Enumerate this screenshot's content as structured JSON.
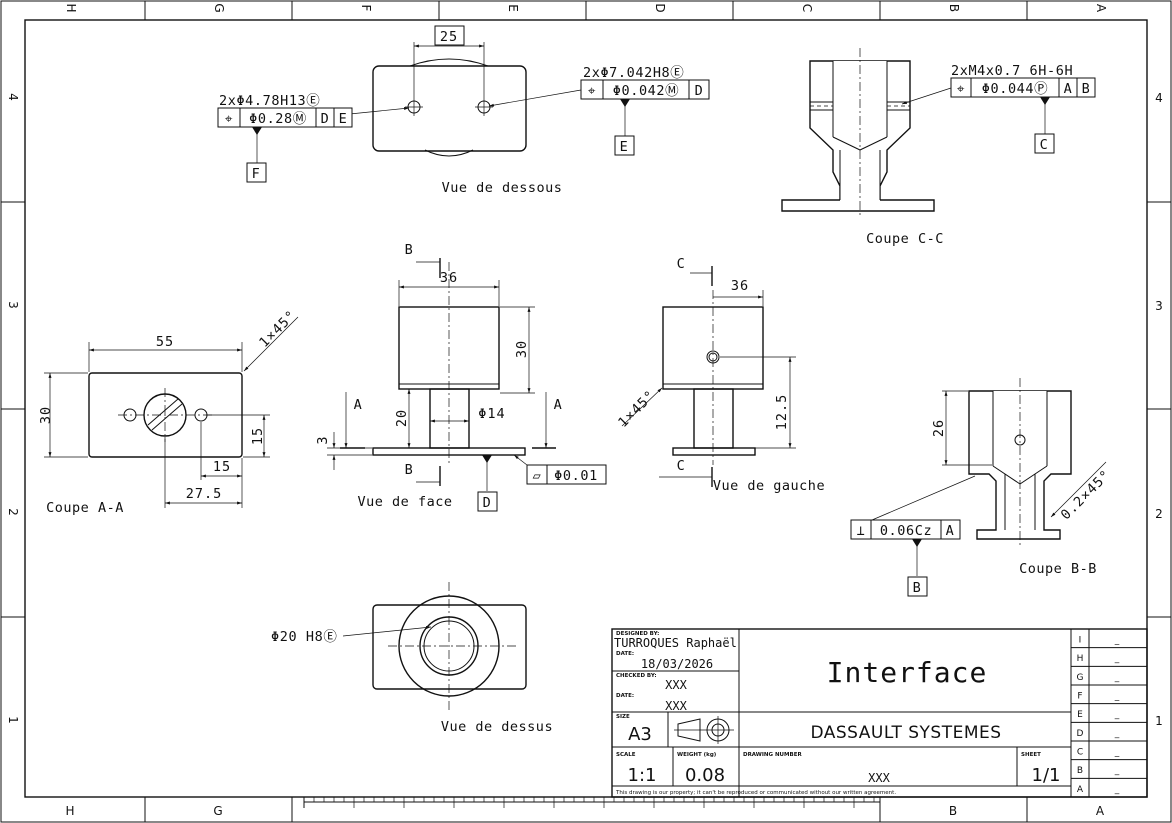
{
  "border_zones": {
    "columns": [
      "H",
      "G",
      "F",
      "E",
      "D",
      "C",
      "B",
      "A"
    ],
    "rows": [
      "4",
      "3",
      "2",
      "1"
    ]
  },
  "views": {
    "vue_de_dessous": {
      "label": "Vue de dessous",
      "dim_spacing": "25",
      "fcf_left": {
        "callout": "2xΦ4.78H13Ⓔ",
        "symbol": "⌖",
        "tolerance": "Φ0.28Ⓜ",
        "datums": [
          "D",
          "E"
        ],
        "datum_label": "F"
      },
      "fcf_right": {
        "callout": "2xΦ7.042H8Ⓔ",
        "symbol": "⌖",
        "tolerance": "Φ0.042Ⓜ",
        "datums": [
          "D"
        ],
        "datum_label": "E"
      }
    },
    "coupe_c_c": {
      "label": "Coupe C-C",
      "fcf": {
        "callout": "2xM4x0.7 6H-6H",
        "symbol": "⌖",
        "tolerance": "Φ0.044Ⓟ",
        "datums": [
          "A",
          "B"
        ],
        "datum_label": "C"
      }
    },
    "coupe_a_a": {
      "label": "Coupe A-A",
      "dims": {
        "width": "55",
        "height": "30",
        "chamfer": "1×45°",
        "offset_y": "15",
        "offset_x": "15",
        "overall": "27.5"
      }
    },
    "vue_de_face": {
      "label": "Vue de face",
      "section_top": "B",
      "section_bottom": "B",
      "section_left": "A",
      "section_right": "A",
      "dims": {
        "width": "36",
        "height": "30",
        "stem": "20",
        "stem_dia": "Φ14",
        "flange": "3"
      },
      "fcf": {
        "symbol": "▱",
        "tolerance": "Φ0.01",
        "datum_label": "D"
      }
    },
    "vue_de_gauche": {
      "label": "Vue de gauche",
      "section_top": "C",
      "section_bottom": "C",
      "dims": {
        "half_width": "36",
        "hole_height": "12.5",
        "chamfer": "1×45°"
      }
    },
    "coupe_b_b": {
      "label": "Coupe B-B",
      "dims": {
        "height": "26",
        "chamfer": "0.2×45°"
      },
      "fcf": {
        "symbol": "⊥",
        "tolerance": "0.06Cz",
        "datums": [
          "A"
        ],
        "datum_label": "B"
      }
    },
    "vue_de_dessus": {
      "label": "Vue de dessus",
      "callout": "Φ20 H8Ⓔ"
    }
  },
  "title_block": {
    "designed_by_label": "DESIGNED BY:",
    "designer": "TURROQUES Raphaël",
    "date_label": "DATE:",
    "date": "18/03/2026",
    "checked_by_label": "CHECKED BY:",
    "checked_by": "XXX",
    "date2_label": "DATE:",
    "date2": "XXX",
    "size_label": "SIZE",
    "size": "A3",
    "title": "Interface",
    "company": "DASSAULT SYSTEMES",
    "scale_label": "SCALE",
    "scale": "1:1",
    "weight_label": "WEIGHT (kg)",
    "weight": "0.08",
    "drawing_number_label": "DRAWING NUMBER",
    "drawing_number": "XXX",
    "sheet_label": "SHEET",
    "sheet": "1/1",
    "disclaimer": "This drawing is our property; it can't be reproduced or communicated without our written agreement.",
    "revisions": [
      {
        "letter": "I",
        "value": "_"
      },
      {
        "letter": "H",
        "value": "_"
      },
      {
        "letter": "G",
        "value": "_"
      },
      {
        "letter": "F",
        "value": "_"
      },
      {
        "letter": "E",
        "value": "_"
      },
      {
        "letter": "D",
        "value": "_"
      },
      {
        "letter": "C",
        "value": "_"
      },
      {
        "letter": "B",
        "value": "_"
      },
      {
        "letter": "A",
        "value": "_"
      }
    ]
  }
}
